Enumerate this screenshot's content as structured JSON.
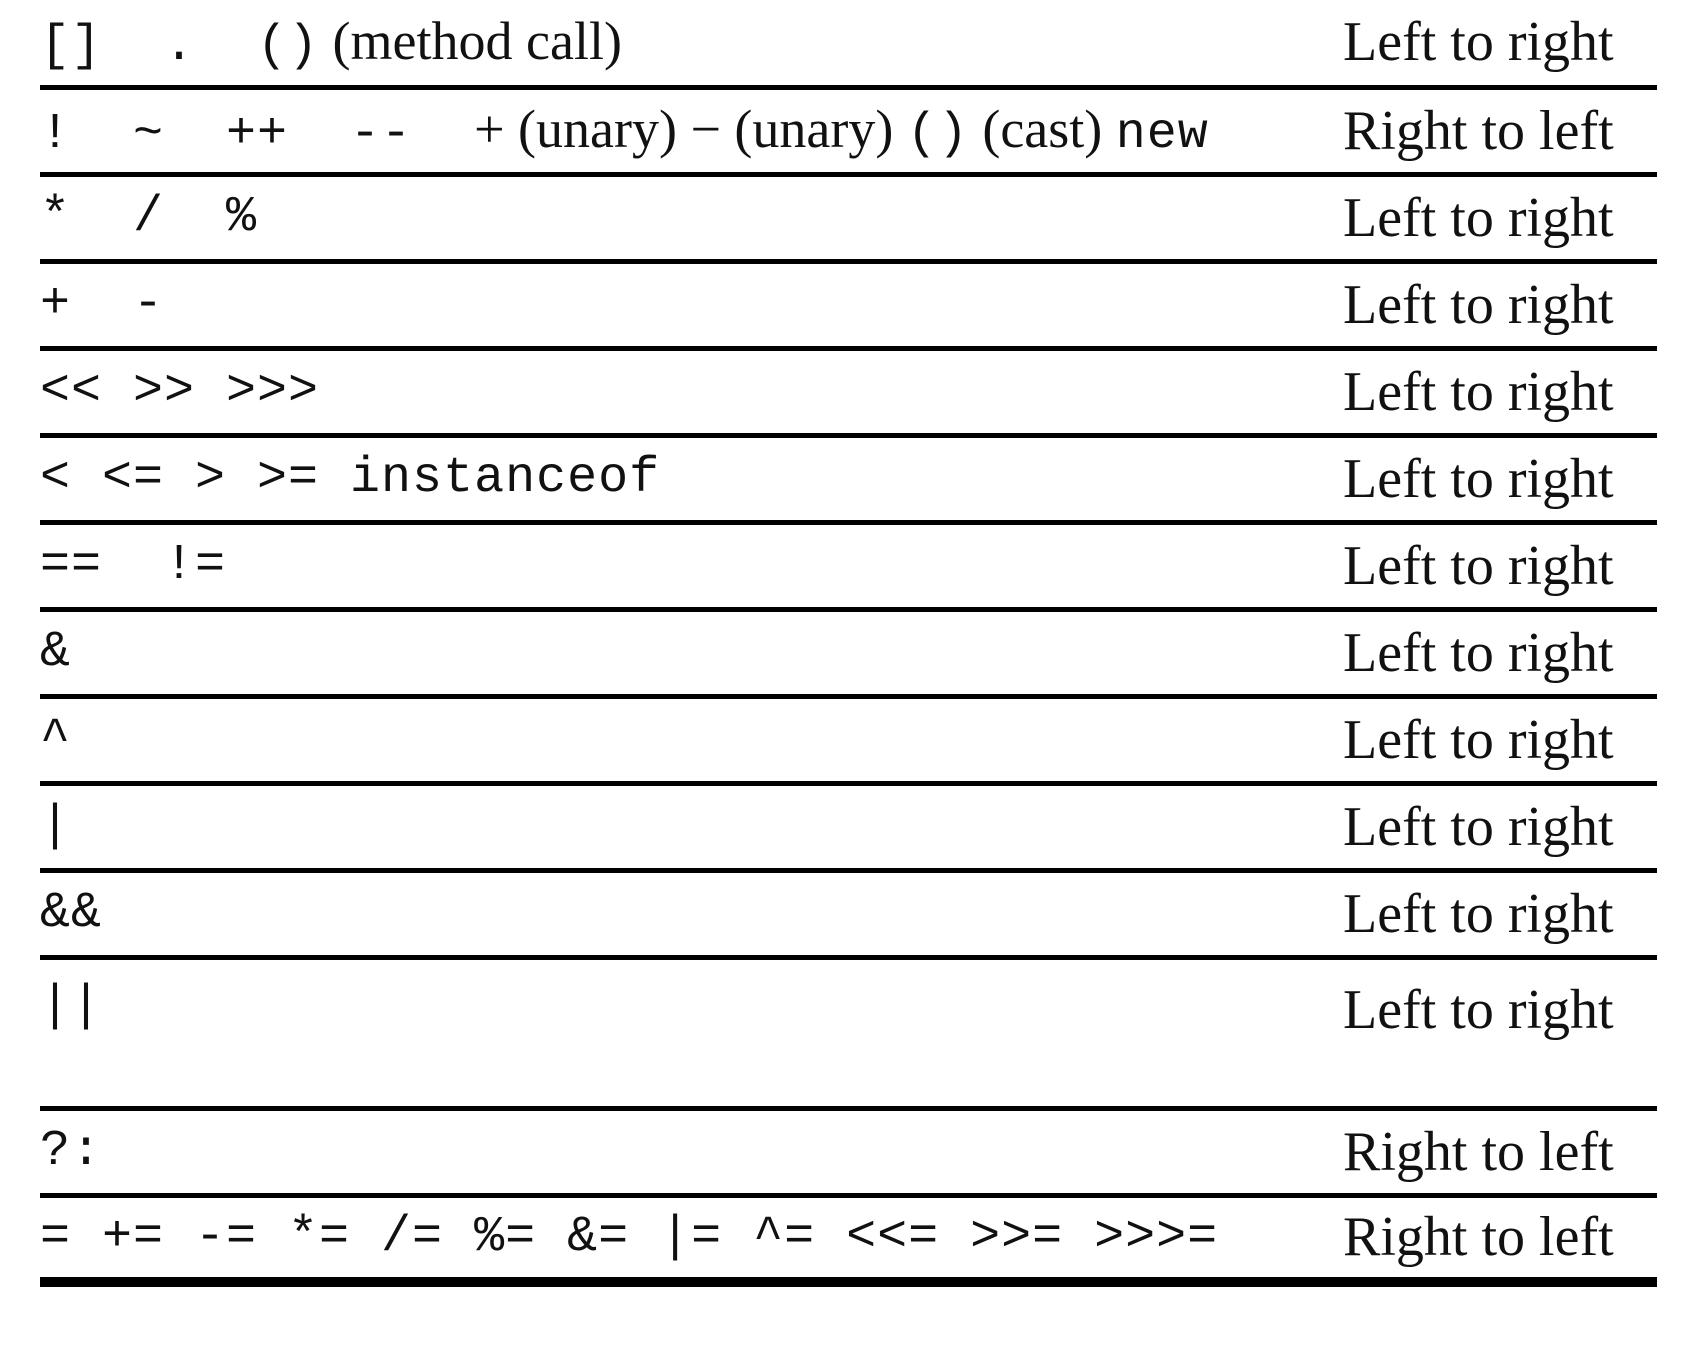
{
  "rows": [
    {
      "operators": [
        {
          "text": "[]  .  ()",
          "style": "mono"
        },
        {
          "text": " (method call)",
          "style": "serif"
        }
      ],
      "associativity": "Left to right"
    },
    {
      "operators": [
        {
          "text": "!  ~  ++  --  ",
          "style": "mono"
        },
        {
          "text": "+ (unary) − (unary) ",
          "style": "serif"
        },
        {
          "text": "()",
          "style": "mono"
        },
        {
          "text": " (cast) ",
          "style": "serif"
        },
        {
          "text": "new",
          "style": "mono"
        }
      ],
      "associativity": "Right to left"
    },
    {
      "operators": [
        {
          "text": "*  /  %",
          "style": "mono"
        }
      ],
      "associativity": "Left to right"
    },
    {
      "operators": [
        {
          "text": "+  -",
          "style": "mono"
        }
      ],
      "associativity": "Left to right"
    },
    {
      "operators": [
        {
          "text": "<< >> >>>",
          "style": "mono"
        }
      ],
      "associativity": "Left to right"
    },
    {
      "operators": [
        {
          "text": "< <= > >= instanceof",
          "style": "mono"
        }
      ],
      "associativity": "Left to right"
    },
    {
      "operators": [
        {
          "text": "==  !=",
          "style": "mono"
        }
      ],
      "associativity": "Left to right"
    },
    {
      "operators": [
        {
          "text": "&",
          "style": "mono"
        }
      ],
      "associativity": "Left to right"
    },
    {
      "operators": [
        {
          "text": "^",
          "style": "mono"
        }
      ],
      "associativity": "Left to right"
    },
    {
      "operators": [
        {
          "text": "|",
          "style": "mono"
        }
      ],
      "associativity": "Left to right"
    },
    {
      "operators": [
        {
          "text": "&&",
          "style": "mono"
        }
      ],
      "associativity": "Left to right"
    },
    {
      "operators": [
        {
          "text": "||",
          "style": "mono"
        }
      ],
      "associativity": "Left to right"
    },
    {
      "operators": [
        {
          "text": "?:",
          "style": "mono"
        }
      ],
      "associativity": "Right to left"
    },
    {
      "operators": [
        {
          "text": "= += -= *= /= %= &= |= ^= <<= >>= >>>=",
          "style": "mono"
        }
      ],
      "associativity": "Right to left"
    }
  ]
}
